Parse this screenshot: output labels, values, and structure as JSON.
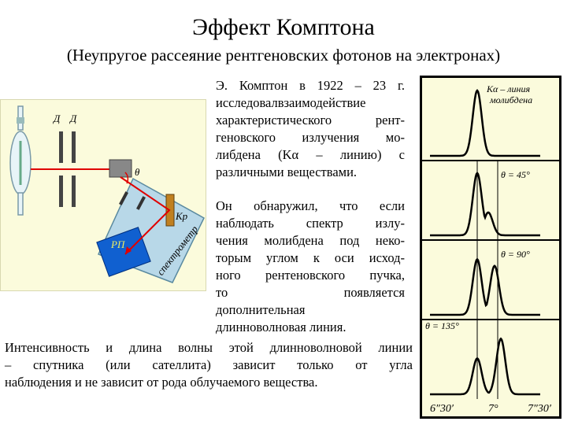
{
  "title": "Эффект Комптона",
  "subtitle": "(Неупругое рассеяние рентгеновских фотонов на электронах)",
  "apparatus": {
    "labels": {
      "d1": "Д",
      "d2": "Д",
      "theta": "θ",
      "kr": "Кр",
      "rp": "РП",
      "spectrometer": "спектрометр"
    }
  },
  "paragraph1": {
    "lines": [
      "Э. Комптон в 1922 – 23 г.",
      "исследовалвзаимодействие",
      "характеристического рент-",
      "геновского излучения мо-",
      "либдена (Kα – линию) с",
      "различными веществами."
    ]
  },
  "paragraph2": {
    "lines": [
      "Он обнаружил, что если",
      "наблюдать спектр излу-",
      "чения молибдена под неко-",
      "торым углом к оси исход-",
      "ного рентеновского пучка,",
      "то появляется",
      "дополнительная",
      "длинноволновая линия."
    ]
  },
  "paragraph3": {
    "lines": [
      "Интенсивность и длина волны этой длинноволновой линии",
      "– спутника (или сателлита) зависит только от угла",
      "наблюдения и не зависит от рода облучаемого вещества."
    ]
  },
  "spectra": {
    "top_label_1": "Kα – линия",
    "top_label_2": "молибдена",
    "panels": [
      {
        "angle_label": "",
        "primary_peak": 1.0,
        "shifted_peak": 0.0
      },
      {
        "angle_label": "θ = 45°",
        "primary_peak": 0.95,
        "shifted_peak": 0.35
      },
      {
        "angle_label": "θ = 90°",
        "primary_peak": 0.85,
        "shifted_peak": 0.75
      },
      {
        "angle_label": "θ = 135°",
        "primary_peak": 0.55,
        "shifted_peak": 0.85
      }
    ],
    "x_ticks": [
      "6″30′",
      "7°",
      "7″30′"
    ]
  }
}
